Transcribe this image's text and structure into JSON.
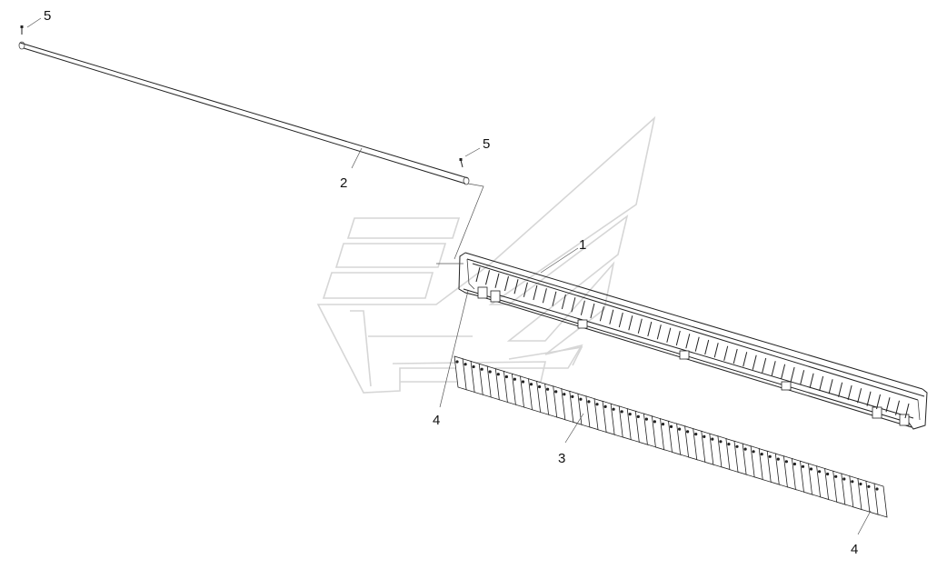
{
  "diagram": {
    "callouts": [
      {
        "id": "callout-5-top",
        "label": "5"
      },
      {
        "id": "callout-2",
        "label": "2"
      },
      {
        "id": "callout-5-mid",
        "label": "5"
      },
      {
        "id": "callout-1",
        "label": "1"
      },
      {
        "id": "callout-4-left",
        "label": "4"
      },
      {
        "id": "callout-3",
        "label": "3"
      },
      {
        "id": "callout-4-right",
        "label": "4"
      }
    ]
  },
  "parts": {
    "rod": "rod",
    "frame": "header-frame",
    "blades": "blade-row",
    "fasteners": "pin-fastener"
  }
}
